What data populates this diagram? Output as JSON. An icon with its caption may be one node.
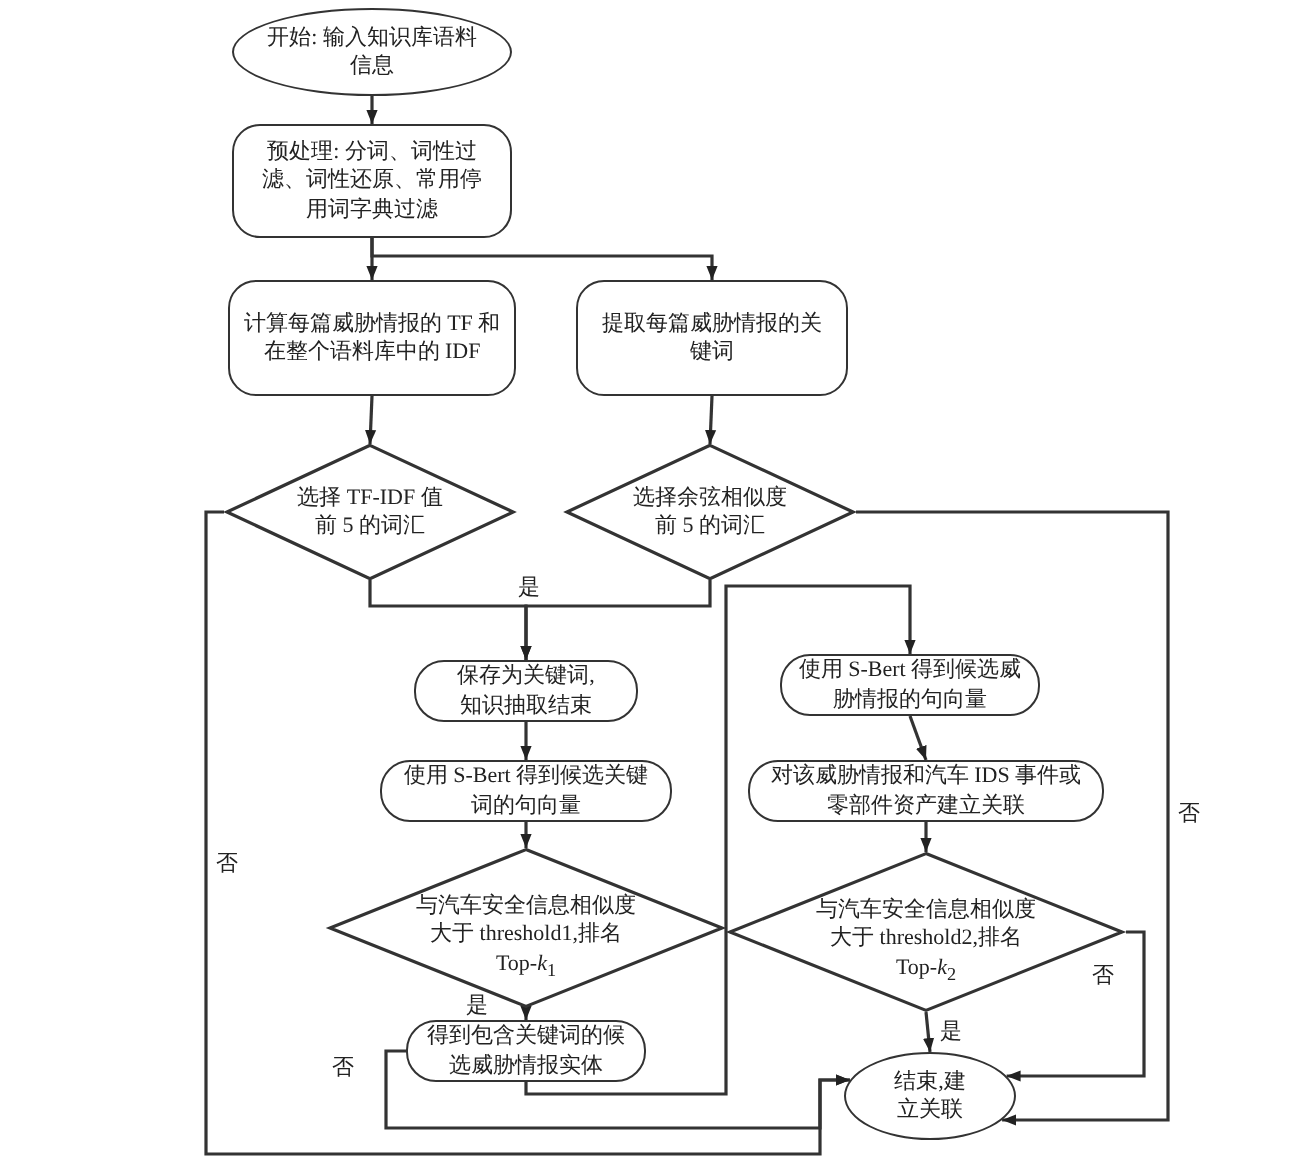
{
  "diagram": {
    "nodes": [
      {
        "text": [
          "开始: 输入知识库语料信息"
        ]
      },
      {
        "text": [
          "预处理: 分词、词性过滤、词性还原、常用停用词字典过滤"
        ]
      },
      {
        "text": [
          "计算每篇威胁情报的 TF 和在整个语料库中的 IDF"
        ]
      },
      {
        "text": [
          "提取每篇威胁情报的关键词"
        ]
      },
      {
        "text": [
          "选择 TF-IDF 值前 5 的词汇"
        ]
      },
      {
        "text": [
          "选择余弦相似度前 5 的词汇"
        ]
      },
      {
        "text": [
          "保存为关键词,知识抽取结束"
        ]
      },
      {
        "text": [
          "使用 S-Bert 得到候选关键词的句向量"
        ]
      },
      {
        "text": [
          "与汽车安全信息相似度大于 threshold1,排名 Top-*k*$_{1}$"
        ]
      },
      {
        "text": [
          "得到包含关键词的候选威胁情报实体"
        ]
      },
      {
        "text": [
          "使用 S-Bert 得到候选威胁情报的句向量"
        ]
      },
      {
        "text": [
          "对该威胁情报和汽车 IDS 事件或零部件资产建立关联"
        ]
      },
      {
        "text": [
          "与汽车安全信息相似度大于 threshold2,排名 Top-*k*$_{2}$"
        ]
      },
      {
        "text": [
          "结束,建立关联"
        ]
      }
    ],
    "edges": [
      {
        "from": 0,
        "to": 1,
        "arrow": "to"
      },
      {
        "from": 1,
        "to": 2,
        "arrow": "to"
      },
      {
        "from": 1,
        "to": 3,
        "arrow": "to"
      },
      {
        "from": 2,
        "to": 4,
        "arrow": "to"
      },
      {
        "from": 3,
        "to": 5,
        "arrow": "to"
      },
      {
        "from": 4,
        "to": 6,
        "arrow": "to",
        "label": "是"
      },
      {
        "from": 5,
        "to": 6,
        "arrow": "to"
      },
      {
        "from": 6,
        "to": 7,
        "arrow": "to"
      },
      {
        "from": 7,
        "to": 8,
        "arrow": "to"
      },
      {
        "from": 8,
        "to": 9,
        "arrow": "to",
        "label": "是"
      },
      {
        "from": 9,
        "to": 10,
        "arrow": "to"
      },
      {
        "from": 10,
        "to": 11,
        "arrow": "to"
      },
      {
        "from": 11,
        "to": 12,
        "arrow": "to"
      },
      {
        "from": 12,
        "to": 13,
        "arrow": "to",
        "label": "是"
      },
      {
        "from": 12,
        "to": 13,
        "arrow": "to",
        "label": "否"
      },
      {
        "from": 5,
        "to": 13,
        "arrow": "to",
        "label": "否"
      },
      {
        "from": 4,
        "to": 13,
        "arrow": "to",
        "label": "否"
      },
      {
        "from": 9,
        "to": 13,
        "arrow": "to",
        "label": "否"
      }
    ]
  }
}
